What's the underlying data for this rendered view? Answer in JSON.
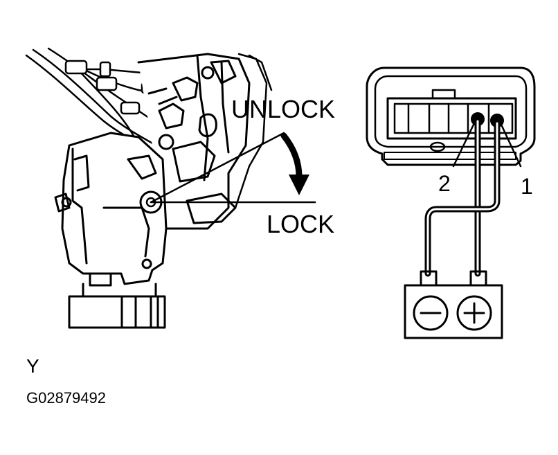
{
  "labels": {
    "unlock": "UNLOCK",
    "lock": "LOCK",
    "terminal_2": "2",
    "terminal_1": "1",
    "view": "Y",
    "figure_code": "G02879492"
  },
  "battery": {
    "negative_symbol": "−",
    "positive_symbol": "+"
  },
  "colors": {
    "ink": "#000000",
    "background": "#ffffff"
  }
}
